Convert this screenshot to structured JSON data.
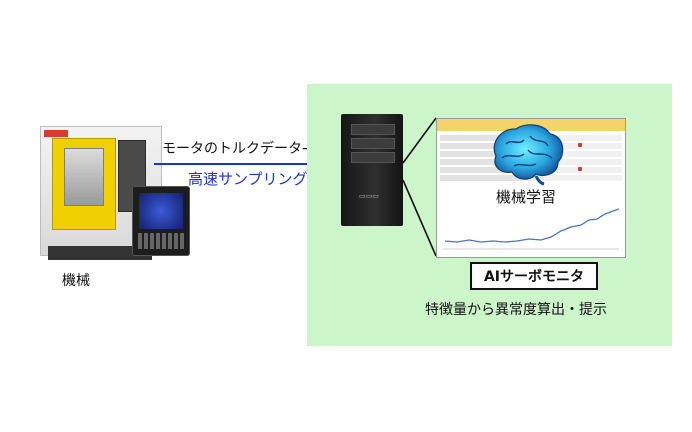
{
  "machine": {
    "label": "機械"
  },
  "flow": {
    "torque_label": "モータのトルクデータ→",
    "sampling_label": "高速サンプリング"
  },
  "analysis": {
    "ml_label": "機械学習",
    "product_name": "AIサーボモニタ",
    "description": "特徴量から異常度算出・提示"
  },
  "colors": {
    "panel": "#ccf5c9",
    "sampling_text": "#1d36c9",
    "machine_door": "#f0d000"
  }
}
